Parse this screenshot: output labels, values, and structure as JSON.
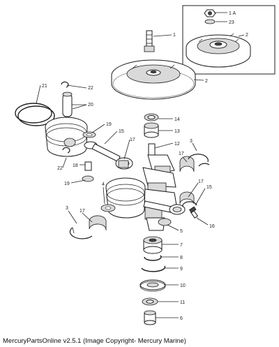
{
  "callouts": {
    "c1": "1",
    "c1a": "1 A",
    "c23": "23",
    "c2a": "2",
    "c2b": "2",
    "c21": "21",
    "c22a": "22",
    "c20": "20",
    "c19a": "19",
    "c15a": "15",
    "c17a": "17",
    "c18": "18",
    "c22b": "22",
    "c19b": "19",
    "c14": "14",
    "c13": "13",
    "c12": "12",
    "c3a": "3",
    "c17b": "17",
    "c4": "4",
    "c17c": "17",
    "c15b": "15",
    "c3b": "3",
    "c17d": "17",
    "c16": "16",
    "c5": "5",
    "c7": "7",
    "c8": "8",
    "c9": "9",
    "c10": "10",
    "c11": "11",
    "c6": "6"
  },
  "footer": "MercuryPartsOnline v2.5.1 (Image Copyright- Mercury Marine)"
}
